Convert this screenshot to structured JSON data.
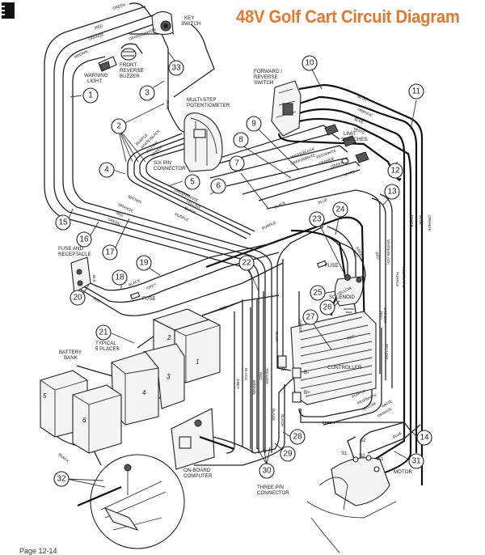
{
  "title": "48V Golf Cart Circuit Diagram",
  "title_color": "#e8772a",
  "footer_text": "Page 12-14",
  "components": {
    "key_switch": "KEY SWITCH",
    "warning_light": "WARNING LIGHT",
    "front_reverse_buzzer": "FRONT REVERSE BUZZER",
    "multi_step_potentiometer": "MULTI-STEP POTENTIOMETER",
    "six_pin_connector": "SIX PIN CONNECTOR",
    "forward_reverse_switch": "FORWARD / REVERSE SWITCH",
    "limit_switches": "LIMIT SWITCHES",
    "fuse_and_receptacle": "FUSE AND RECEPTACLE",
    "fuse_a": "FUSE",
    "fuse_b": "FUSE",
    "solenoid": "SOLENOID",
    "controller": "CONTROLLER",
    "typical_5_places": "TYPICAL 5 PLACES",
    "battery_bank": "BATTERY BANK",
    "on_board_computer": "ON-BOARD COMPUTER",
    "three_pin_connector": "THREE PIN CONNECTOR",
    "motor": "MOTOR"
  },
  "callouts": [
    "1",
    "2",
    "3",
    "4",
    "5",
    "6",
    "7",
    "8",
    "9",
    "10",
    "11",
    "12",
    "13",
    "14",
    "15",
    "16",
    "17",
    "18",
    "19",
    "20",
    "21",
    "22",
    "23",
    "24",
    "25",
    "26",
    "27",
    "28",
    "29",
    "30",
    "31",
    "32",
    "33"
  ],
  "battery_numbers": [
    "1",
    "2",
    "3",
    "4",
    "5",
    "6"
  ],
  "terminals": {
    "m_minus": "M-",
    "b_minus": "B-",
    "b_plus": "B+",
    "a1": "A1",
    "a2": "A2",
    "s1": "S1",
    "s2": "S2"
  },
  "wire_labels": {
    "green_top": "GREEN",
    "red_top": "RED",
    "orange_top": "ORANGE",
    "orange_white": "ORANGE/WHITE",
    "brown_top": "BROWN",
    "blue_pot": "BLUE",
    "purple": "PURPLE",
    "white_black_pot": "WHITE/BLACK",
    "yellow_pot": "YELLOW",
    "green_pot": "GREEN",
    "fr_blue1": "BLUE",
    "fr_orange": "ORANGE",
    "fr_blue2": "BLUE",
    "fr_white": "WHITE",
    "ls_white_black": "WHITE/BLACK",
    "ls_green_white": "GREEN/WHITE",
    "ls_red_white": "RED/WHITE",
    "ls_orange": "ORANGE",
    "ls_green": "GREEN",
    "ls_white": "WHITE",
    "right_white": "WHITE",
    "right_blue": "BLUE",
    "right_orange": "ORANGE",
    "harness_brown": "BROWN",
    "harness_orange": "ORANGE",
    "harness_red": "RED",
    "harness_green": "GREEN",
    "mid_green_white": "GREEN/WHITE",
    "mid_yellow": "YELLOW",
    "mid_black": "BLACK",
    "mid_purple": "PURPLE",
    "wire7_black": "BLACK",
    "wire7_purple": "PURPLE",
    "wire_blue_mid": "BLUE",
    "fuse_black": "BLACK",
    "fuse_grey": "GREY",
    "fuse_red": "RED",
    "fuse_blk": "BLK",
    "batt_red": "RED",
    "sol_red1": "RED",
    "sol_red2": "RED",
    "sol_green": "GREEN",
    "sol_red3": "RED",
    "sol_white_black": "WHITE/BLACK",
    "sol_purple": "PURPLE",
    "sol_red_white": "RED/WHITE",
    "sol_yellow": "YELLOW",
    "sol_red4": "RED",
    "ctrl_blue": "BLUE",
    "ctrl_green": "GREEN",
    "ctrl_red": "RED",
    "ctrl_yellow": "YELLOW",
    "ctrl_orange": "ORANGE",
    "ctrl_purple": "PURPLE",
    "ctrl_red_white": "RED/WHITE",
    "ctrl_yellow2": "YELLOW",
    "ctrl_white": "WHITE",
    "ctrl_orange2": "ORANGE",
    "ctrl_green2": "GREEN",
    "motor_blue": "BLUE",
    "obc_grey": "GREY",
    "obc_black": "BLACK",
    "obc_brown": "BROWN",
    "obc_red": "RED",
    "obc_yellow": "YELLOW",
    "neg_black1": "BLACK",
    "neg_black2": "BLACK",
    "batt_black": "BLACK"
  }
}
